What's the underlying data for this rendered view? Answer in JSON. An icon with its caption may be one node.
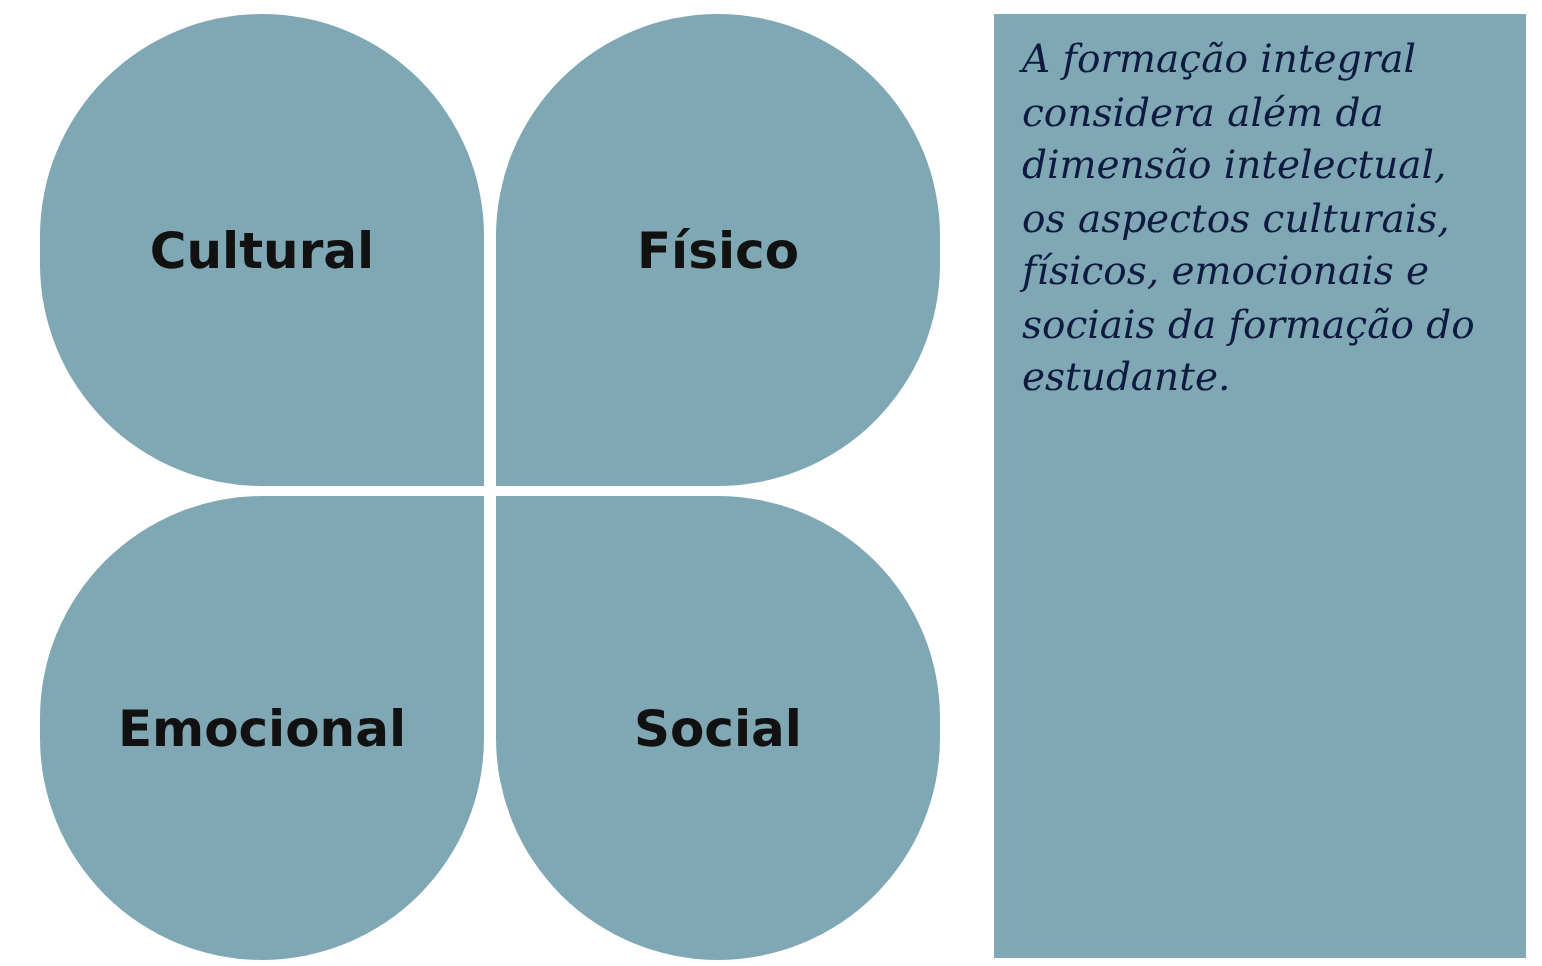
{
  "diagram": {
    "nodes": [
      {
        "text": [
          "Cultural"
        ]
      },
      {
        "text": [
          "Físico"
        ]
      },
      {
        "text": [
          "Emocional"
        ]
      },
      {
        "text": [
          "Social"
        ]
      },
      {
        "text": [
          "A formação integral considera além da dimensão intelectual, os aspectos culturais, físicos, emocionais e sociais da formação do estudante."
        ]
      }
    ]
  }
}
